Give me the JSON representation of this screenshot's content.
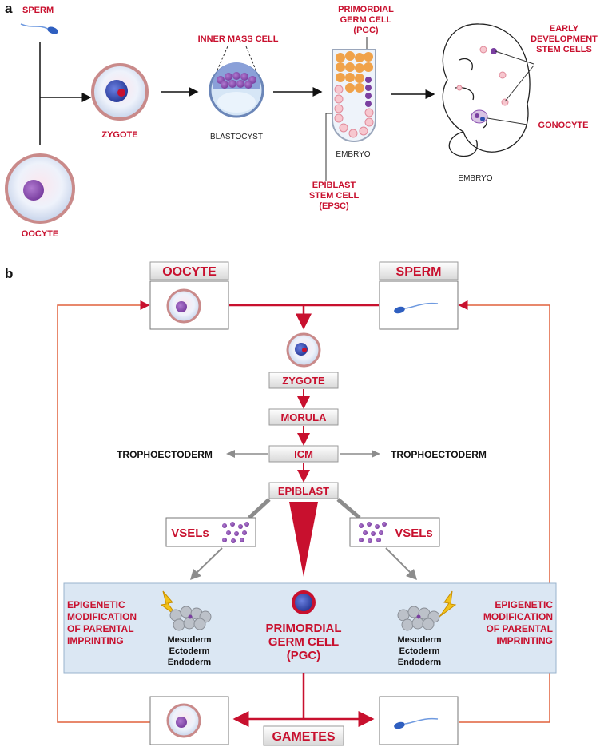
{
  "panel_a": {
    "label": "a",
    "sperm": "SPERM",
    "oocyte": "OOCYTE",
    "zygote": "ZYGOTE",
    "inner_mass_cell": "INNER MASS CELL",
    "blastocyst": "BLASTOCYST",
    "pgc": [
      "PRIMORDIAL",
      "GERM CELL",
      "(PGC)"
    ],
    "embryo_tube": "EMBRYO",
    "epsc": [
      "EPIBLAST",
      "STEM CELL",
      "(EPSC)"
    ],
    "early_dev": [
      "EARLY",
      "DEVELOPMENT",
      "STEM CELLS"
    ],
    "gonocyte": "GONOCYTE",
    "embryo": "EMBRYO"
  },
  "panel_b": {
    "label": "b",
    "oocyte_title": "OOCYTE",
    "sperm_title": "SPERM",
    "zygote": "ZYGOTE",
    "morula": "MORULA",
    "icm": "ICM",
    "troph_left": "TROPHOECTODERM",
    "troph_right": "TROPHOECTODERM",
    "epiblast": "EPIBLAST",
    "vsels_left": "VSELs",
    "vsels_right": "VSELs",
    "epi_left": [
      "EPIGENETIC",
      "MODIFICATION",
      "OF PARENTAL",
      "IMPRINTING"
    ],
    "epi_right": [
      "EPIGENETIC",
      "MODIFICATION",
      "OF PARENTAL",
      "IMPRINTING"
    ],
    "layers_left": [
      "Mesoderm",
      "Ectoderm",
      "Endoderm"
    ],
    "layers_right": [
      "Mesoderm",
      "Ectoderm",
      "Endoderm"
    ],
    "pgc": [
      "PRIMORDIAL",
      "GERM CELL",
      "(PGC)"
    ],
    "gametes": "GAMETES"
  },
  "colors": {
    "accent_red": "#c8102e",
    "panel_blue": "#dbe7f3",
    "cell_purple": "#8a4fb0",
    "nucleus_blue": "#2f4fb0",
    "arrow_gray": "#8c8c8c"
  }
}
